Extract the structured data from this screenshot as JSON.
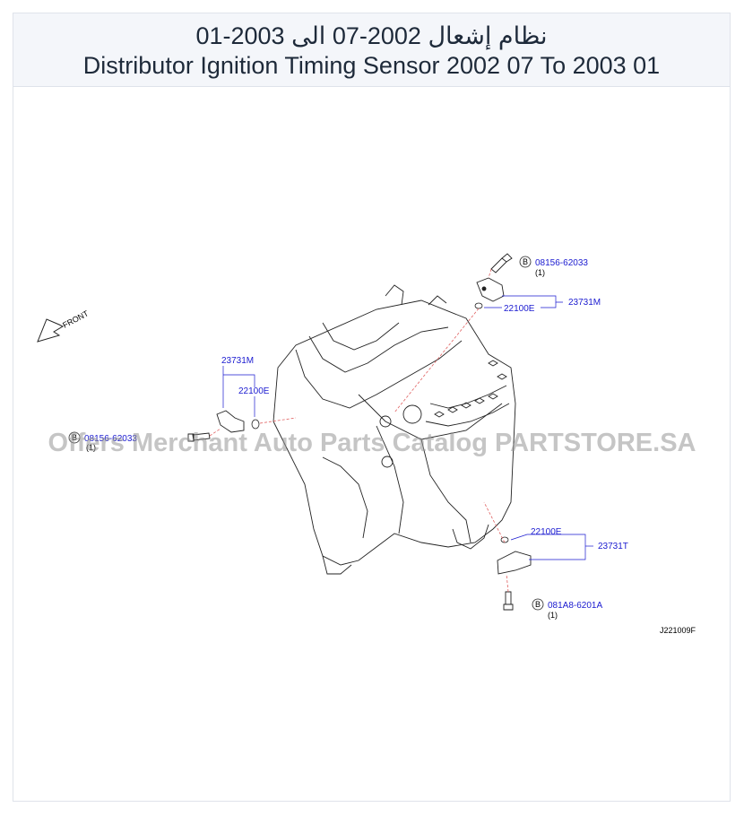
{
  "header": {
    "title_ar": "نظام إشعال 2002-07 الى 2003-01",
    "title_en": "Distributor Ignition Timing Sensor 2002 07 To 2003 01"
  },
  "diagram": {
    "front_label": "FRONT",
    "diagram_code": "J221009F",
    "watermark": "Offers Merchant Auto Parts Catalog PARTSTORE.SA",
    "callouts": {
      "top": {
        "bolt_code": "08156-62033",
        "bolt_qty": "(1)",
        "circle_letter": "B",
        "oring": "22100E",
        "sensor": "23731M"
      },
      "left": {
        "bolt_code": "08156-62033",
        "bolt_qty": "(1)",
        "circle_letter": "B",
        "oring": "22100E",
        "sensor": "23731M"
      },
      "bottom": {
        "bolt_code": "081A8-6201A",
        "bolt_qty": "(1)",
        "circle_letter": "B",
        "oring": "22100E",
        "sensor": "23731T"
      }
    }
  },
  "colors": {
    "label_blue": "#1a1ad0",
    "leader_red": "#e06060",
    "line_black": "#222222"
  }
}
